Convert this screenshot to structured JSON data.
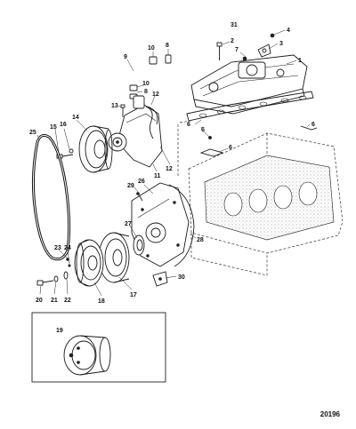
{
  "figure_id": "20196",
  "callouts": [
    "1",
    "2",
    "3",
    "4",
    "5",
    "6",
    "6",
    "6",
    "7",
    "8",
    "8",
    "9",
    "10",
    "10",
    "11",
    "12",
    "12",
    "13",
    "14",
    "15",
    "16",
    "17",
    "18",
    "19",
    "20",
    "21",
    "22",
    "23",
    "24",
    "25",
    "26",
    "27",
    "28",
    "29",
    "30",
    "31"
  ]
}
